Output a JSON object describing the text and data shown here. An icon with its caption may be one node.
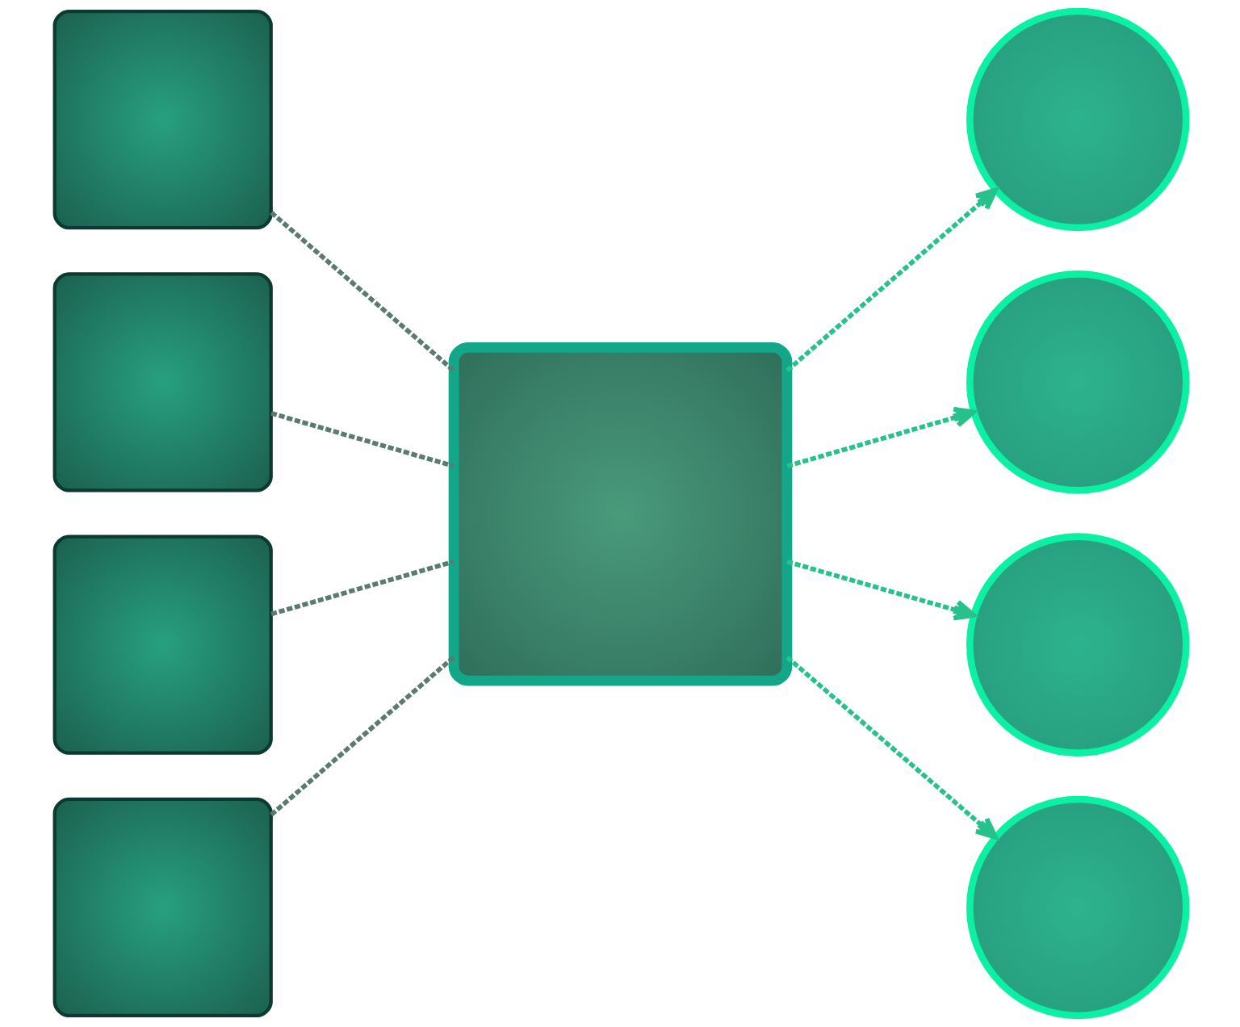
{
  "diagram": {
    "nodes": [
      {
        "text": [],
        "shape": "box"
      },
      {
        "text": [],
        "shape": "box"
      },
      {
        "text": [],
        "shape": "box"
      },
      {
        "text": [],
        "shape": "box"
      },
      {
        "text": [],
        "shape": "box"
      },
      {
        "text": [],
        "shape": "circle"
      },
      {
        "text": [],
        "shape": "circle"
      },
      {
        "text": [],
        "shape": "circle"
      },
      {
        "text": [],
        "shape": "circle"
      }
    ],
    "edges": [
      {
        "from": 0,
        "to": 4,
        "arrow": "none",
        "style": "dashed",
        "color": "#5b7a72"
      },
      {
        "from": 1,
        "to": 4,
        "arrow": "none",
        "style": "dashed",
        "color": "#5b7a72"
      },
      {
        "from": 2,
        "to": 4,
        "arrow": "none",
        "style": "dashed",
        "color": "#5b7a72"
      },
      {
        "from": 3,
        "to": 4,
        "arrow": "none",
        "style": "dashed",
        "color": "#5b7a72"
      },
      {
        "from": 4,
        "to": 5,
        "arrow": "to",
        "style": "dashed",
        "color": "#27c28c"
      },
      {
        "from": 4,
        "to": 6,
        "arrow": "to",
        "style": "dashed",
        "color": "#27c28c"
      },
      {
        "from": 4,
        "to": 7,
        "arrow": "to",
        "style": "dashed",
        "color": "#27c28c"
      },
      {
        "from": 4,
        "to": 8,
        "arrow": "to",
        "style": "dashed",
        "color": "#27c28c"
      }
    ]
  }
}
